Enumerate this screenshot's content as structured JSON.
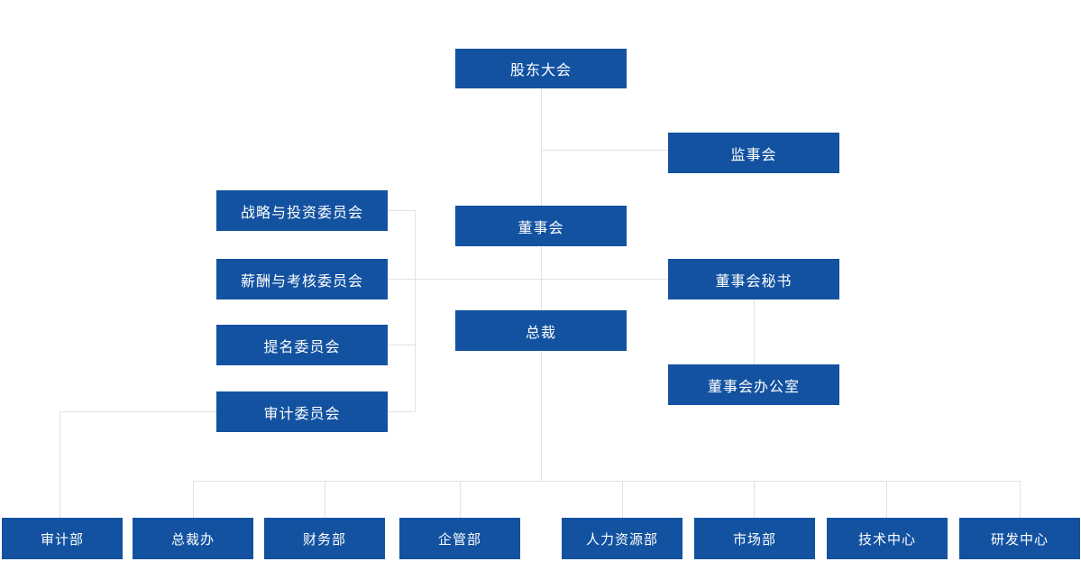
{
  "chart": {
    "title": "org-structure",
    "nodes": {
      "shareholders_meeting": "股东大会",
      "supervisory_board": "监事会",
      "board_of_directors": "董事会",
      "strategy_committee": "战略与投资委员会",
      "compensation_committee": "薪酬与考核委员会",
      "nomination_committee": "提名委员会",
      "audit_committee": "审计委员会",
      "board_secretary": "董事会秘书",
      "president": "总裁",
      "board_office": "董事会办公室",
      "audit_dept": "审计部",
      "president_office": "总裁办",
      "finance_dept": "财务部",
      "enterprise_mgmt_dept": "企管部",
      "hr_dept": "人力资源部",
      "marketing_dept": "市场部",
      "tech_center": "技术中心",
      "rd_center": "研发中心"
    },
    "edges": [
      [
        "shareholders_meeting",
        "board_of_directors"
      ],
      [
        "shareholders_meeting",
        "supervisory_board"
      ],
      [
        "board_of_directors",
        "strategy_committee"
      ],
      [
        "board_of_directors",
        "compensation_committee"
      ],
      [
        "board_of_directors",
        "nomination_committee"
      ],
      [
        "board_of_directors",
        "audit_committee"
      ],
      [
        "board_of_directors",
        "board_secretary"
      ],
      [
        "board_of_directors",
        "president"
      ],
      [
        "board_secretary",
        "board_office"
      ],
      [
        "audit_committee",
        "audit_dept"
      ],
      [
        "president",
        "president_office"
      ],
      [
        "president",
        "finance_dept"
      ],
      [
        "president",
        "enterprise_mgmt_dept"
      ],
      [
        "president",
        "hr_dept"
      ],
      [
        "president",
        "marketing_dept"
      ],
      [
        "president",
        "tech_center"
      ],
      [
        "president",
        "rd_center"
      ]
    ],
    "colors": {
      "node_bg": "#1352a0",
      "node_text": "#ffffff",
      "connector": "#e2e2e2"
    }
  }
}
